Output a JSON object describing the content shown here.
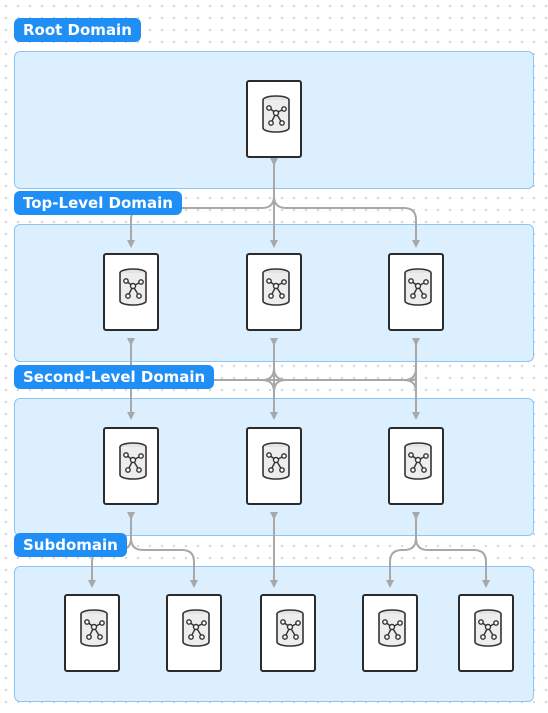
{
  "labels": {
    "root": "Root Domain",
    "top_level": "Top-Level Domain",
    "second_level": "Second-Level Domain",
    "subdomain": "Subdomain"
  },
  "icons": {
    "server": "database-network-icon"
  },
  "colors": {
    "zone_fill": "#dcefff",
    "zone_border": "#8cc6f7",
    "tag_fill": "#1f8ff5",
    "tag_text": "#ffffff",
    "connector": "#a8a8a8",
    "node_border": "#2b2b2b"
  }
}
